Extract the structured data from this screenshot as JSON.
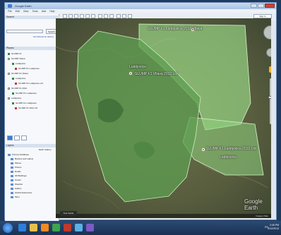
{
  "window": {
    "title": "Google Earth"
  },
  "menu": [
    "File",
    "Edit",
    "View",
    "Tools",
    "Add",
    "Help"
  ],
  "toolbar": {
    "right_button": "Sign In"
  },
  "search": {
    "section": "Search",
    "button": "Search",
    "links": "Get Directions   History"
  },
  "places": {
    "section": "Places",
    "items": [
      "SLUMP F1",
      "SLUMP Vltava",
      "Ludějovice",
      "SLUMP F1 Ludějovice",
      "SLUMP F1 Vltava",
      "Ludějovice",
      "SLUMP F1 Ludějovice Ltd",
      "SLUMP F1 2012",
      "SLUMP F1 Ludějovice",
      "Ludějovice",
      "SLUMP F1 Ludějovice",
      "SLUMP F1 2012 Ltd"
    ]
  },
  "layers": {
    "section": "Layers",
    "gallery": "Earth Gallery",
    "items": [
      "Primary Database",
      "Borders and Labels",
      "Places",
      "Photos",
      "Roads",
      "3D Buildings",
      "Ocean",
      "Weather",
      "Gallery",
      "Global Awareness",
      "More"
    ]
  },
  "map": {
    "labels": [
      "SLUMP F1 Ludějovice 2012 Vltava",
      "Ludějovice",
      "SLUMP F1 Vltava 2012 Ltd",
      "SLUMP F1 Ludějovice 2012 Ltd",
      "Ludějovice"
    ],
    "logo": "Google Earth",
    "tour_button": "Tour Guide",
    "status": "Imagery Date"
  },
  "taskbar": {
    "lang": "EN",
    "time": "2:45 PM",
    "date": "6/12/2013"
  },
  "colors": {
    "polygon_dark": "#5d9d52",
    "polygon_light": "#9ee28c",
    "polygon_stroke": "#d4f5c8"
  },
  "icons": [
    "earth-icon",
    "placemark-icon",
    "polygon-icon",
    "path-icon",
    "ruler-icon",
    "email-icon",
    "print-icon",
    "compass-icon",
    "pegman-icon",
    "windows-start-icon"
  ]
}
